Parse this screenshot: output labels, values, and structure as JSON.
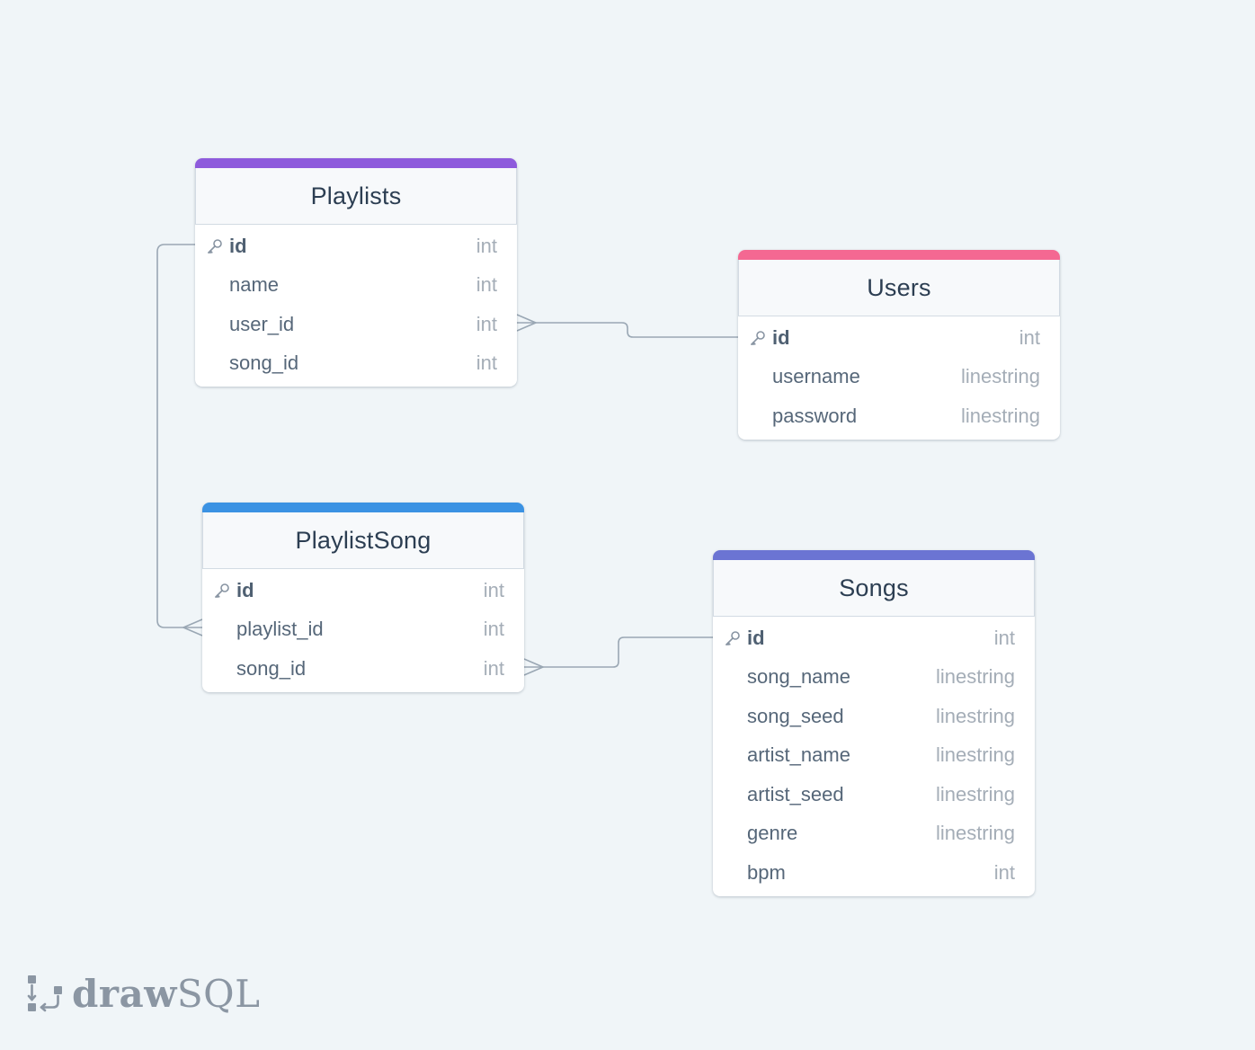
{
  "colors": {
    "background": "#f0f5f8",
    "connector": "#9aa7b4",
    "playlists_accent": "#8e5bdc",
    "users_accent": "#f46892",
    "playlistsong_accent": "#3b92e3",
    "songs_accent": "#6b74d3"
  },
  "tables": {
    "playlists": {
      "title": "Playlists",
      "columns": [
        {
          "name": "id",
          "type": "int",
          "primary_key": true
        },
        {
          "name": "name",
          "type": "int"
        },
        {
          "name": "user_id",
          "type": "int"
        },
        {
          "name": "song_id",
          "type": "int"
        }
      ]
    },
    "users": {
      "title": "Users",
      "columns": [
        {
          "name": "id",
          "type": "int",
          "primary_key": true
        },
        {
          "name": "username",
          "type": "linestring"
        },
        {
          "name": "password",
          "type": "linestring"
        }
      ]
    },
    "playlistsong": {
      "title": "PlaylistSong",
      "columns": [
        {
          "name": "id",
          "type": "int",
          "primary_key": true
        },
        {
          "name": "playlist_id",
          "type": "int"
        },
        {
          "name": "song_id",
          "type": "int"
        }
      ]
    },
    "songs": {
      "title": "Songs",
      "columns": [
        {
          "name": "id",
          "type": "int",
          "primary_key": true
        },
        {
          "name": "song_name",
          "type": "linestring"
        },
        {
          "name": "song_seed",
          "type": "linestring"
        },
        {
          "name": "artist_name",
          "type": "linestring"
        },
        {
          "name": "artist_seed",
          "type": "linestring"
        },
        {
          "name": "genre",
          "type": "linestring"
        },
        {
          "name": "bpm",
          "type": "int"
        }
      ]
    }
  },
  "relations": [
    {
      "from": "playlists.user_id",
      "to": "users.id",
      "cardinality": "many-to-one"
    },
    {
      "from": "playlistsong.playlist_id",
      "to": "playlists.id",
      "cardinality": "many-to-one"
    },
    {
      "from": "playlistsong.song_id",
      "to": "songs.id",
      "cardinality": "many-to-one"
    }
  ],
  "branding": {
    "logo_icon": "drawsql-logo-icon",
    "logo_text_bold": "draw",
    "logo_text_light": "SQL"
  }
}
